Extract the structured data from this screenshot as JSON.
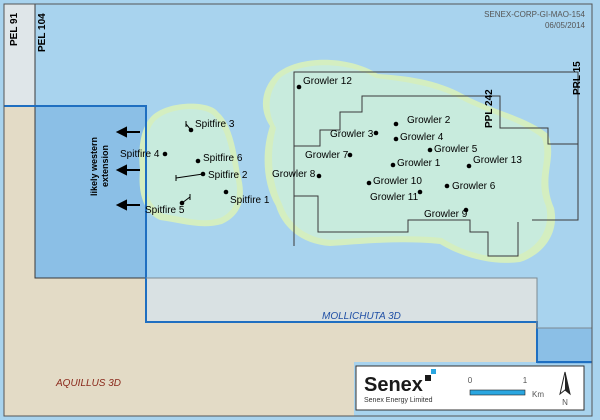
{
  "map": {
    "doc_ref": "SENEX-CORP-GI-MAO-154",
    "date": "06/05/2014",
    "permits": {
      "pel91": "PEL 91",
      "pel104": "PEL 104",
      "prl15": "PRL 15",
      "ppl242": "PPL 242"
    },
    "surveys": {
      "mollichuta": "MOLLICHUTA 3D",
      "aquillus": "AQUILLUS 3D"
    },
    "extension_label_line1": "likely western",
    "extension_label_line2": "extension",
    "wells": [
      {
        "name": "Spitfire 3"
      },
      {
        "name": "Spitfire 4"
      },
      {
        "name": "Spitfire 6"
      },
      {
        "name": "Spitfire 2"
      },
      {
        "name": "Spitfire 1"
      },
      {
        "name": "Spitfire 5"
      },
      {
        "name": "Growler 12"
      },
      {
        "name": "Growler 2"
      },
      {
        "name": "Growler 3"
      },
      {
        "name": "Growler 4"
      },
      {
        "name": "Growler 7"
      },
      {
        "name": "Growler 5"
      },
      {
        "name": "Growler 1"
      },
      {
        "name": "Growler 13"
      },
      {
        "name": "Growler 8"
      },
      {
        "name": "Growler 10"
      },
      {
        "name": "Growler 6"
      },
      {
        "name": "Growler 11"
      },
      {
        "name": "Growler 9"
      }
    ],
    "legend": {
      "company": "Senex",
      "company_sub": "Senex Energy Limited",
      "scale_start": "0",
      "scale_end": "1",
      "scale_unit": "Km",
      "north": "N"
    },
    "colors": {
      "water": "#a8d3ee",
      "land": "#e3dbc6",
      "field": "#c8ebdd",
      "field_halo": "#d4eec0",
      "pel104_fill": "#8bbfe6",
      "pel91_fill": "#dfe6e9",
      "boundary_blue": "#1f6fc1"
    }
  }
}
